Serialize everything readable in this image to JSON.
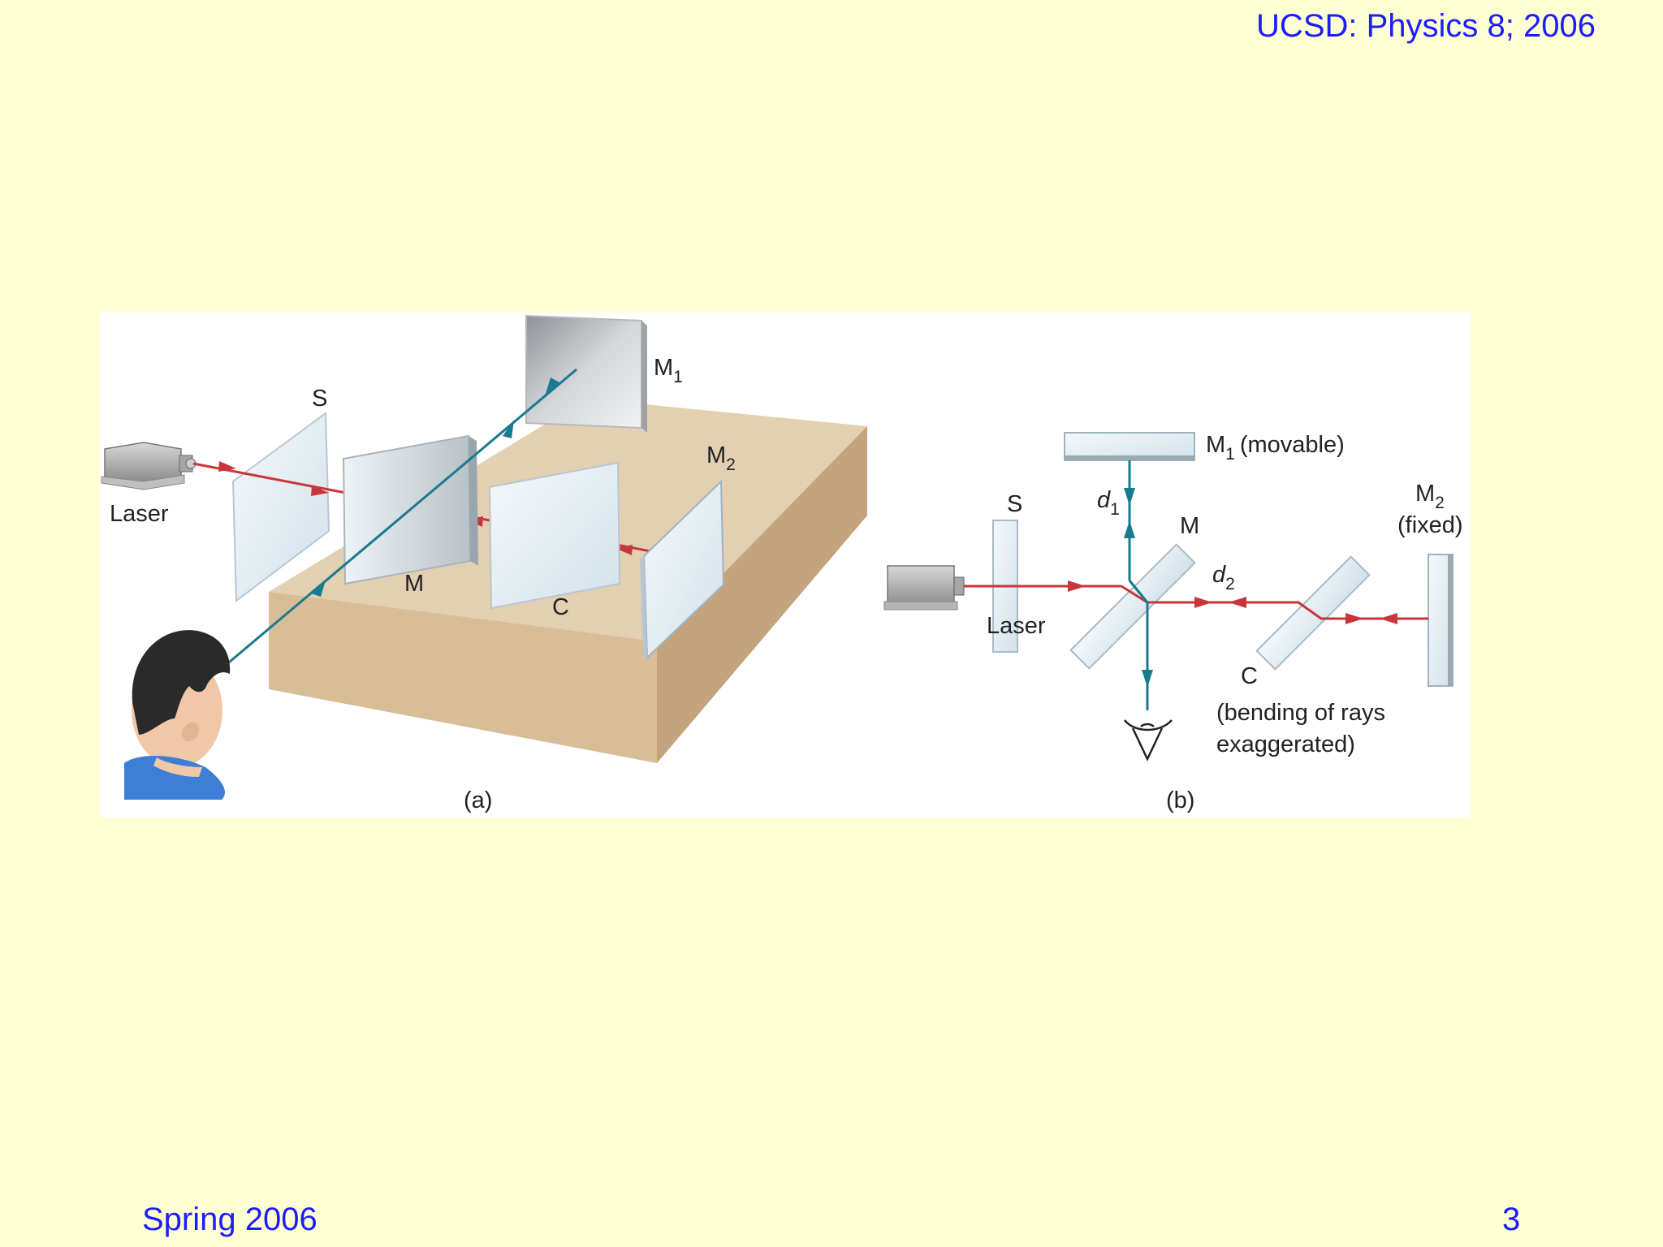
{
  "slide": {
    "header": "UCSD: Physics 8; 2006",
    "footer_left": "Spring 2006",
    "page_number": "3"
  },
  "figure": {
    "panel_a": {
      "caption": "(a)",
      "labels": {
        "laser": "Laser",
        "s": "S",
        "m": "M",
        "c": "C",
        "m1": "M",
        "m1_sub": "1",
        "m2": "M",
        "m2_sub": "2"
      }
    },
    "panel_b": {
      "caption": "(b)",
      "labels": {
        "laser": "Laser",
        "s": "S",
        "m": "M",
        "c": "C",
        "m1": "M",
        "m1_sub": "1",
        "m1_desc": "(movable)",
        "m2": "M",
        "m2_sub": "2",
        "m2_desc": "(fixed)",
        "d1": "d",
        "d1_sub": "1",
        "d2": "d",
        "d2_sub": "2",
        "note_line1": "(bending of rays",
        "note_line2": "exaggerated)"
      }
    },
    "colors": {
      "red_ray": "#c8363c",
      "blue_ray": "#1a7a8f",
      "table_top": "#e3cfb2",
      "table_side": "#c9ab85",
      "glass": "#e3eef3"
    }
  }
}
